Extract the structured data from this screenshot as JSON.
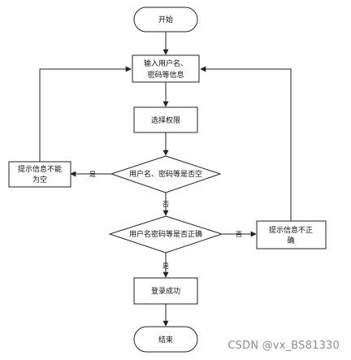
{
  "nodes": {
    "start": "开始",
    "input": [
      "输入用户名、",
      "密码等信息"
    ],
    "select_role": "选择权限",
    "check_empty": "用户名、密码等是否空",
    "empty_msg": [
      "提示信息不能",
      "为空"
    ],
    "check_correct": "用户名密码等是否正确",
    "incorrect_msg": [
      "提示信息不正",
      "确"
    ],
    "login_success": "登录成功",
    "end": "结束"
  },
  "edges": {
    "yes": "是",
    "no": "否"
  },
  "watermark": "CSDN @vx_BS81330"
}
